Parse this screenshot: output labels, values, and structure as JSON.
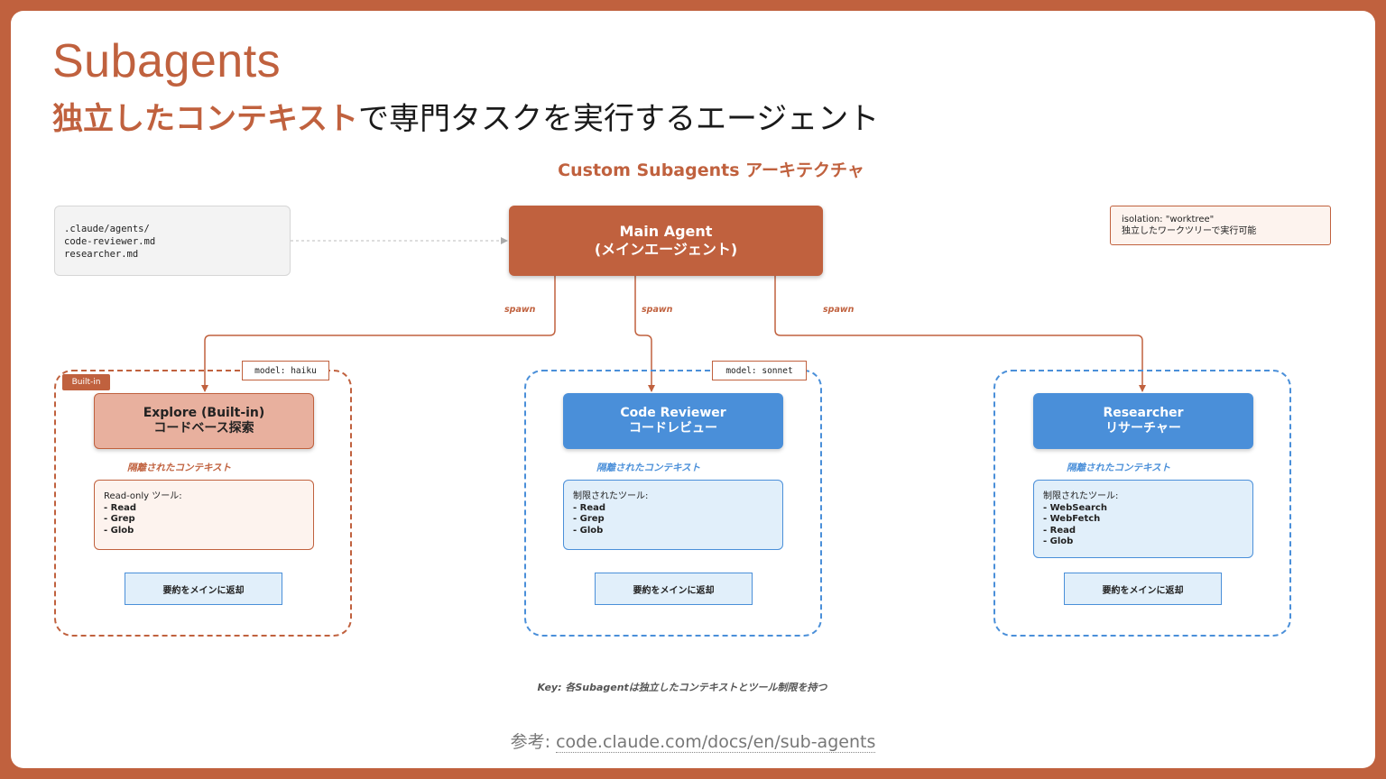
{
  "header": {
    "title": "Subagents",
    "subtitle_accent": "独立したコンテキスト",
    "subtitle_rest": "で専門タスクを実行するエージェント"
  },
  "diagram": {
    "title": "Custom Subagents アーキテクチャ",
    "config_file": {
      "lines": [
        ".claude/agents/",
        "code-reviewer.md",
        "researcher.md"
      ]
    },
    "main_agent": {
      "line1": "Main Agent",
      "line2": "(メインエージェント)"
    },
    "isolation_note": {
      "line1": "isolation: \"worktree\"",
      "line2": "独立したワークツリーで実行可能"
    },
    "spawn_label": "spawn",
    "builtin_badge": "Built-in",
    "agents": [
      {
        "model": "model: haiku",
        "name": "Explore (Built-in)",
        "name_ja": "コードベース探索",
        "context_label": "隔離されたコンテキスト",
        "tools_title": "Read-only ツール:",
        "tools": [
          "- Read",
          "- Grep",
          "- Glob"
        ],
        "return_label": "要約をメインに返却",
        "color": "#c0613e"
      },
      {
        "model": "model: sonnet",
        "name": "Code Reviewer",
        "name_ja": "コードレビュー",
        "context_label": "隔離されたコンテキスト",
        "tools_title": "制限されたツール:",
        "tools": [
          "- Read",
          "- Grep",
          "- Glob"
        ],
        "return_label": "要約をメインに返却",
        "color": "#4a8fd9"
      },
      {
        "name": "Researcher",
        "name_ja": "リサーチャー",
        "context_label": "隔離されたコンテキスト",
        "tools_title": "制限されたツール:",
        "tools": [
          "- WebSearch",
          "- WebFetch",
          "- Read",
          "- Glob"
        ],
        "return_label": "要約をメインに返却",
        "color": "#4a8fd9"
      }
    ],
    "key_text": "Key: 各Subagentは独立したコンテキストとツール制限を持つ"
  },
  "footer": {
    "reference_prefix": "参考: ",
    "reference_link": "code.claude.com/docs/en/sub-agents"
  },
  "colors": {
    "accent": "#c0613e",
    "blue": "#4a8fd9"
  }
}
